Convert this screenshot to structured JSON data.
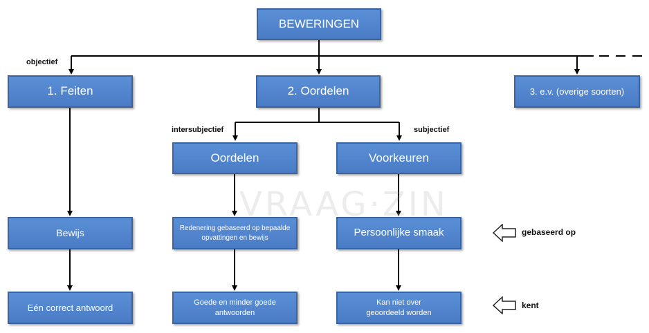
{
  "diagram": {
    "root": "BEWERINGEN",
    "feiten": "1.  Feiten",
    "oordelen_main": "2. Oordelen",
    "overige": "3. e.v. (overige soorten)",
    "oordelen_sub": "Oordelen",
    "voorkeuren": "Voorkeuren",
    "bewijs": "Bewijs",
    "redenering": "Redenering gebaseerd op bepaalde opvattingen en bewijs",
    "smaak": "Persoonlijke smaak",
    "correct": "Eén correct antwoord",
    "goede": "Goede en minder goede antwoorden",
    "kan_niet": "Kan niet over geoordeeld worden"
  },
  "labels": {
    "objectief": "objectief",
    "intersubjectief": "intersubjectief",
    "subjectief": "subjectief",
    "gebaseerd_op": "gebaseerd  op",
    "kent": "kent"
  },
  "watermark": "VRAAG·ZIN",
  "colors": {
    "box_fill": "#4a7cc5",
    "box_border": "#3a63a0",
    "text": "#ffffff"
  }
}
